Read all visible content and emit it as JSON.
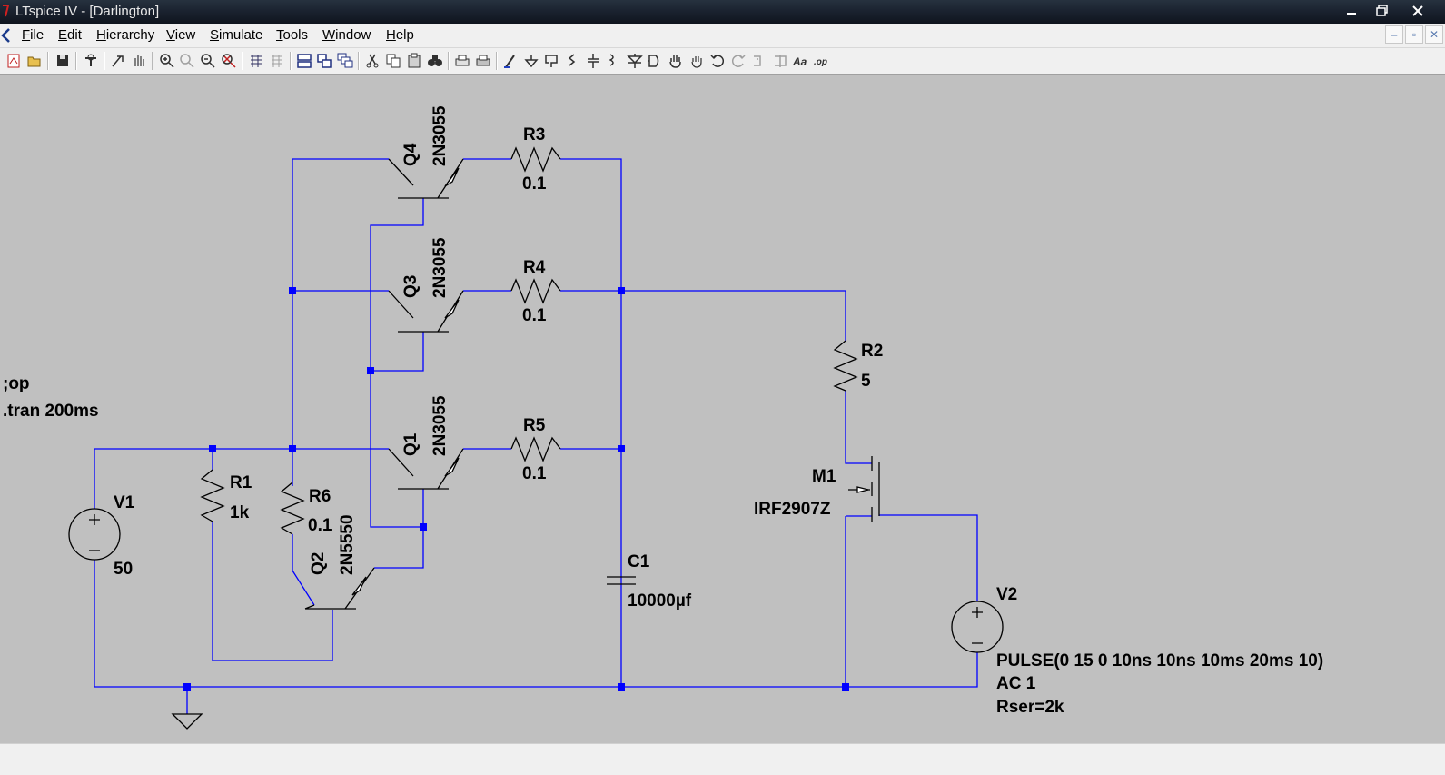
{
  "window": {
    "title": "LTspice IV - [Darlington]"
  },
  "menu": [
    {
      "label": "File",
      "u": "F",
      "rest": "ile"
    },
    {
      "label": "Edit",
      "u": "E",
      "rest": "dit"
    },
    {
      "label": "Hierarchy",
      "u": "H",
      "rest": "ierarchy"
    },
    {
      "label": "View",
      "u": "V",
      "rest": "iew"
    },
    {
      "label": "Simulate",
      "u": "S",
      "rest": "imulate"
    },
    {
      "label": "Tools",
      "u": "T",
      "rest": "ools"
    },
    {
      "label": "Window",
      "u": "W",
      "rest": "indow"
    },
    {
      "label": "Help",
      "u": "H",
      "rest": "elp"
    }
  ],
  "toolbar_icons": [
    "new-schematic-icon",
    "open-icon",
    "save-icon",
    "control-panel-icon",
    "run-icon",
    "halt-icon",
    "zoom-in-icon",
    "pan-icon",
    "zoom-out-icon",
    "zoom-fit-icon",
    "autorange-icon",
    "grid-icon",
    "tile-horizontal-icon",
    "tile-vertical-icon",
    "cascade-icon",
    "cut-icon",
    "copy-icon",
    "paste-icon",
    "find-icon",
    "print-setup-icon",
    "print-icon",
    "wire-icon",
    "ground-icon",
    "label-net-icon",
    "resistor-icon",
    "capacitor-icon",
    "inductor-icon",
    "diode-icon",
    "component-icon",
    "move-icon",
    "drag-icon",
    "undo-icon",
    "redo-icon",
    "rotate-icon",
    "mirror-icon",
    "text-icon",
    "spice-directive-icon"
  ],
  "schematic": {
    "directives": [
      ";op",
      ".tran 200ms"
    ],
    "components": {
      "Q4": {
        "name": "Q4",
        "model": "2N3055"
      },
      "Q3": {
        "name": "Q3",
        "model": "2N3055"
      },
      "Q1": {
        "name": "Q1",
        "model": "2N3055"
      },
      "Q2": {
        "name": "Q2",
        "model": "2N5550"
      },
      "R3": {
        "name": "R3",
        "value": "0.1"
      },
      "R4": {
        "name": "R4",
        "value": "0.1"
      },
      "R5": {
        "name": "R5",
        "value": "0.1"
      },
      "R1": {
        "name": "R1",
        "value": "1k"
      },
      "R6": {
        "name": "R6",
        "value": "0.1"
      },
      "R2": {
        "name": "R2",
        "value": "5"
      },
      "C1": {
        "name": "C1",
        "value": "10000µf"
      },
      "V1": {
        "name": "V1",
        "value": "50"
      },
      "M1": {
        "name": "M1",
        "model": "IRF2907Z"
      },
      "V2": {
        "name": "V2",
        "line1": "PULSE(0 15 0 10ns 10ns 10ms 20ms 10)",
        "line2": "AC 1",
        "line3": "Rser=2k"
      }
    }
  },
  "colors": {
    "wire": "#0000ff",
    "background": "#c0c0c0",
    "component": "#000000"
  }
}
